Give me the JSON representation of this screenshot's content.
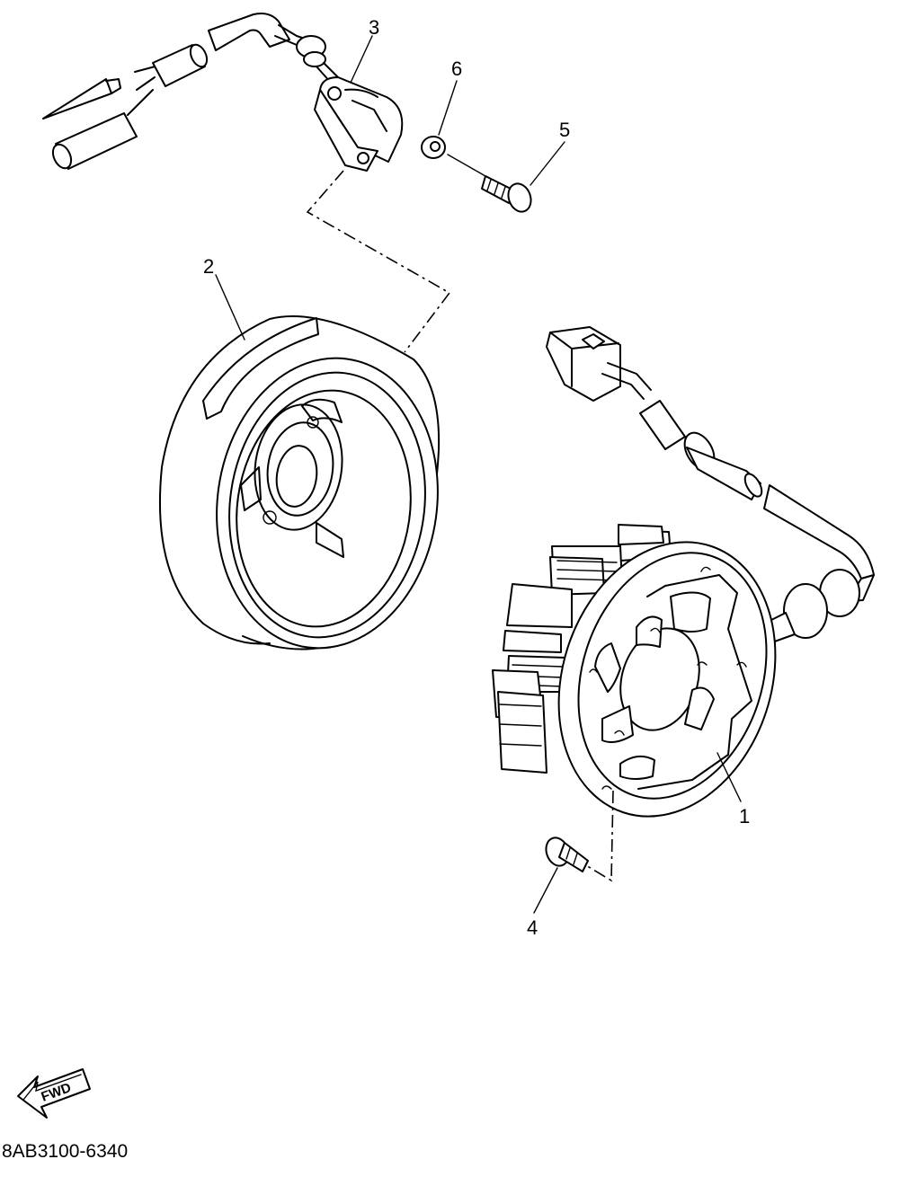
{
  "diagram": {
    "callouts": [
      {
        "id": "1",
        "label": "1"
      },
      {
        "id": "2",
        "label": "2"
      },
      {
        "id": "3",
        "label": "3"
      },
      {
        "id": "4",
        "label": "4"
      },
      {
        "id": "5",
        "label": "5"
      },
      {
        "id": "6",
        "label": "6"
      }
    ],
    "direction_label": "FWD",
    "diagram_code": "8AB3100-6340"
  }
}
